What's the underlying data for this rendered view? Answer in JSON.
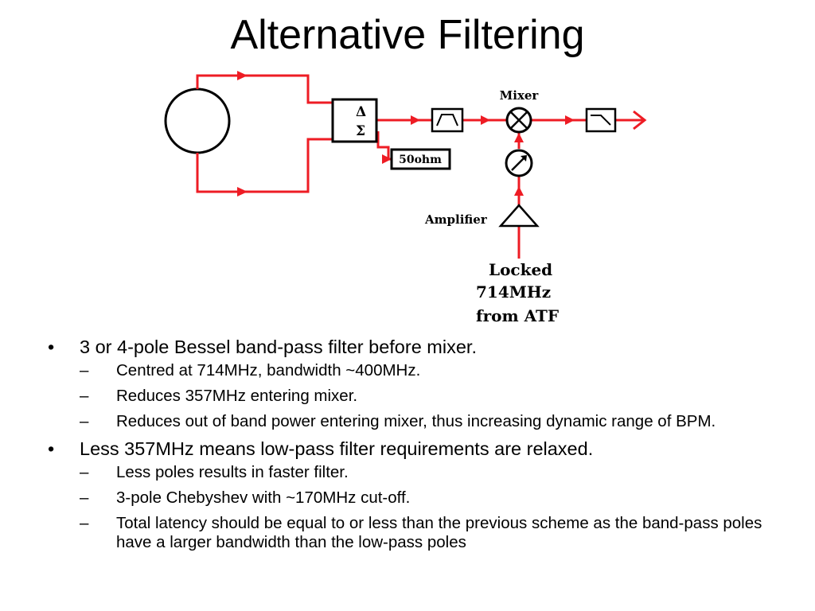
{
  "slide": {
    "title": "Alternative Filtering"
  },
  "diagram": {
    "sum_diff_symbols": [
      "Δ",
      "Σ"
    ],
    "termination_label": "50ohm",
    "mixer_label": "Mixer",
    "amplifier_label": "Amplifier",
    "reference_label_lines": [
      "Locked",
      "714MHz",
      "from ATF"
    ],
    "signal_color": "#ee1c24",
    "outline_color": "#000000"
  },
  "bullets": [
    {
      "marker": "•",
      "text": "3 or 4-pole Bessel band-pass filter before mixer.",
      "subs": [
        "Centred at 714MHz, bandwidth ~400MHz.",
        "Reduces 357MHz entering mixer.",
        "Reduces out of band power entering mixer, thus increasing dynamic range of BPM."
      ]
    },
    {
      "marker": "•",
      "text": "Less 357MHz means low-pass filter requirements are relaxed.",
      "subs": [
        "Less poles results in faster filter.",
        "3-pole Chebyshev with ~170MHz cut-off.",
        "Total latency should be equal to or less than the previous scheme as the band-pass poles have a larger bandwidth than the low-pass poles"
      ]
    }
  ],
  "sub_marker": "–"
}
